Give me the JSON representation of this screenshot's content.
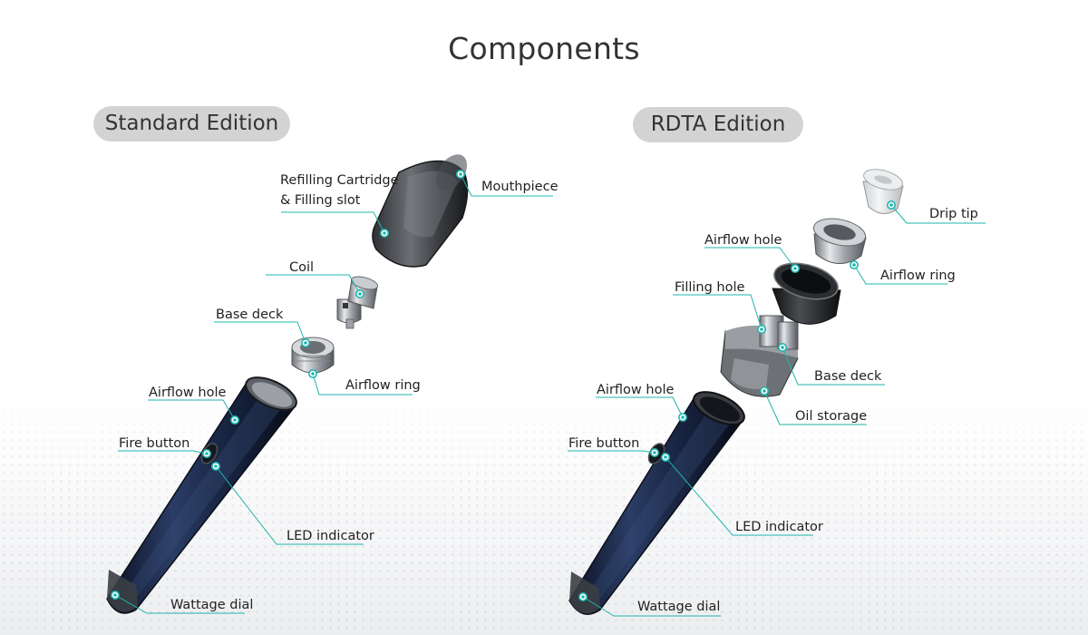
{
  "title": "Components",
  "editions": {
    "standard": {
      "label": "Standard Edition",
      "callouts": {
        "cartridge_line1": "Refilling Cartridge",
        "cartridge_line2": "& Filling slot",
        "mouthpiece": "Mouthpiece",
        "coil": "Coil",
        "base_deck": "Base deck",
        "airflow_ring": "Airflow ring",
        "airflow_hole": "Airflow hole",
        "fire_button": "Fire button",
        "led_indicator": "LED indicator",
        "wattage_dial": "Wattage dial"
      }
    },
    "rdta": {
      "label": "RDTA Edition",
      "callouts": {
        "drip_tip": "Drip tip",
        "airflow_hole_top": "Airflow hole",
        "airflow_ring": "Airflow ring",
        "filling_hole": "Filling hole",
        "base_deck": "Base deck",
        "oil_storage": "Oil storage",
        "airflow_hole": "Airflow hole",
        "fire_button": "Fire button",
        "led_indicator": "LED indicator",
        "wattage_dial": "Wattage dial"
      }
    }
  },
  "colors": {
    "accent": "#1fb5ad",
    "pill": "#d3d3d3",
    "body": "#1b2a48"
  }
}
